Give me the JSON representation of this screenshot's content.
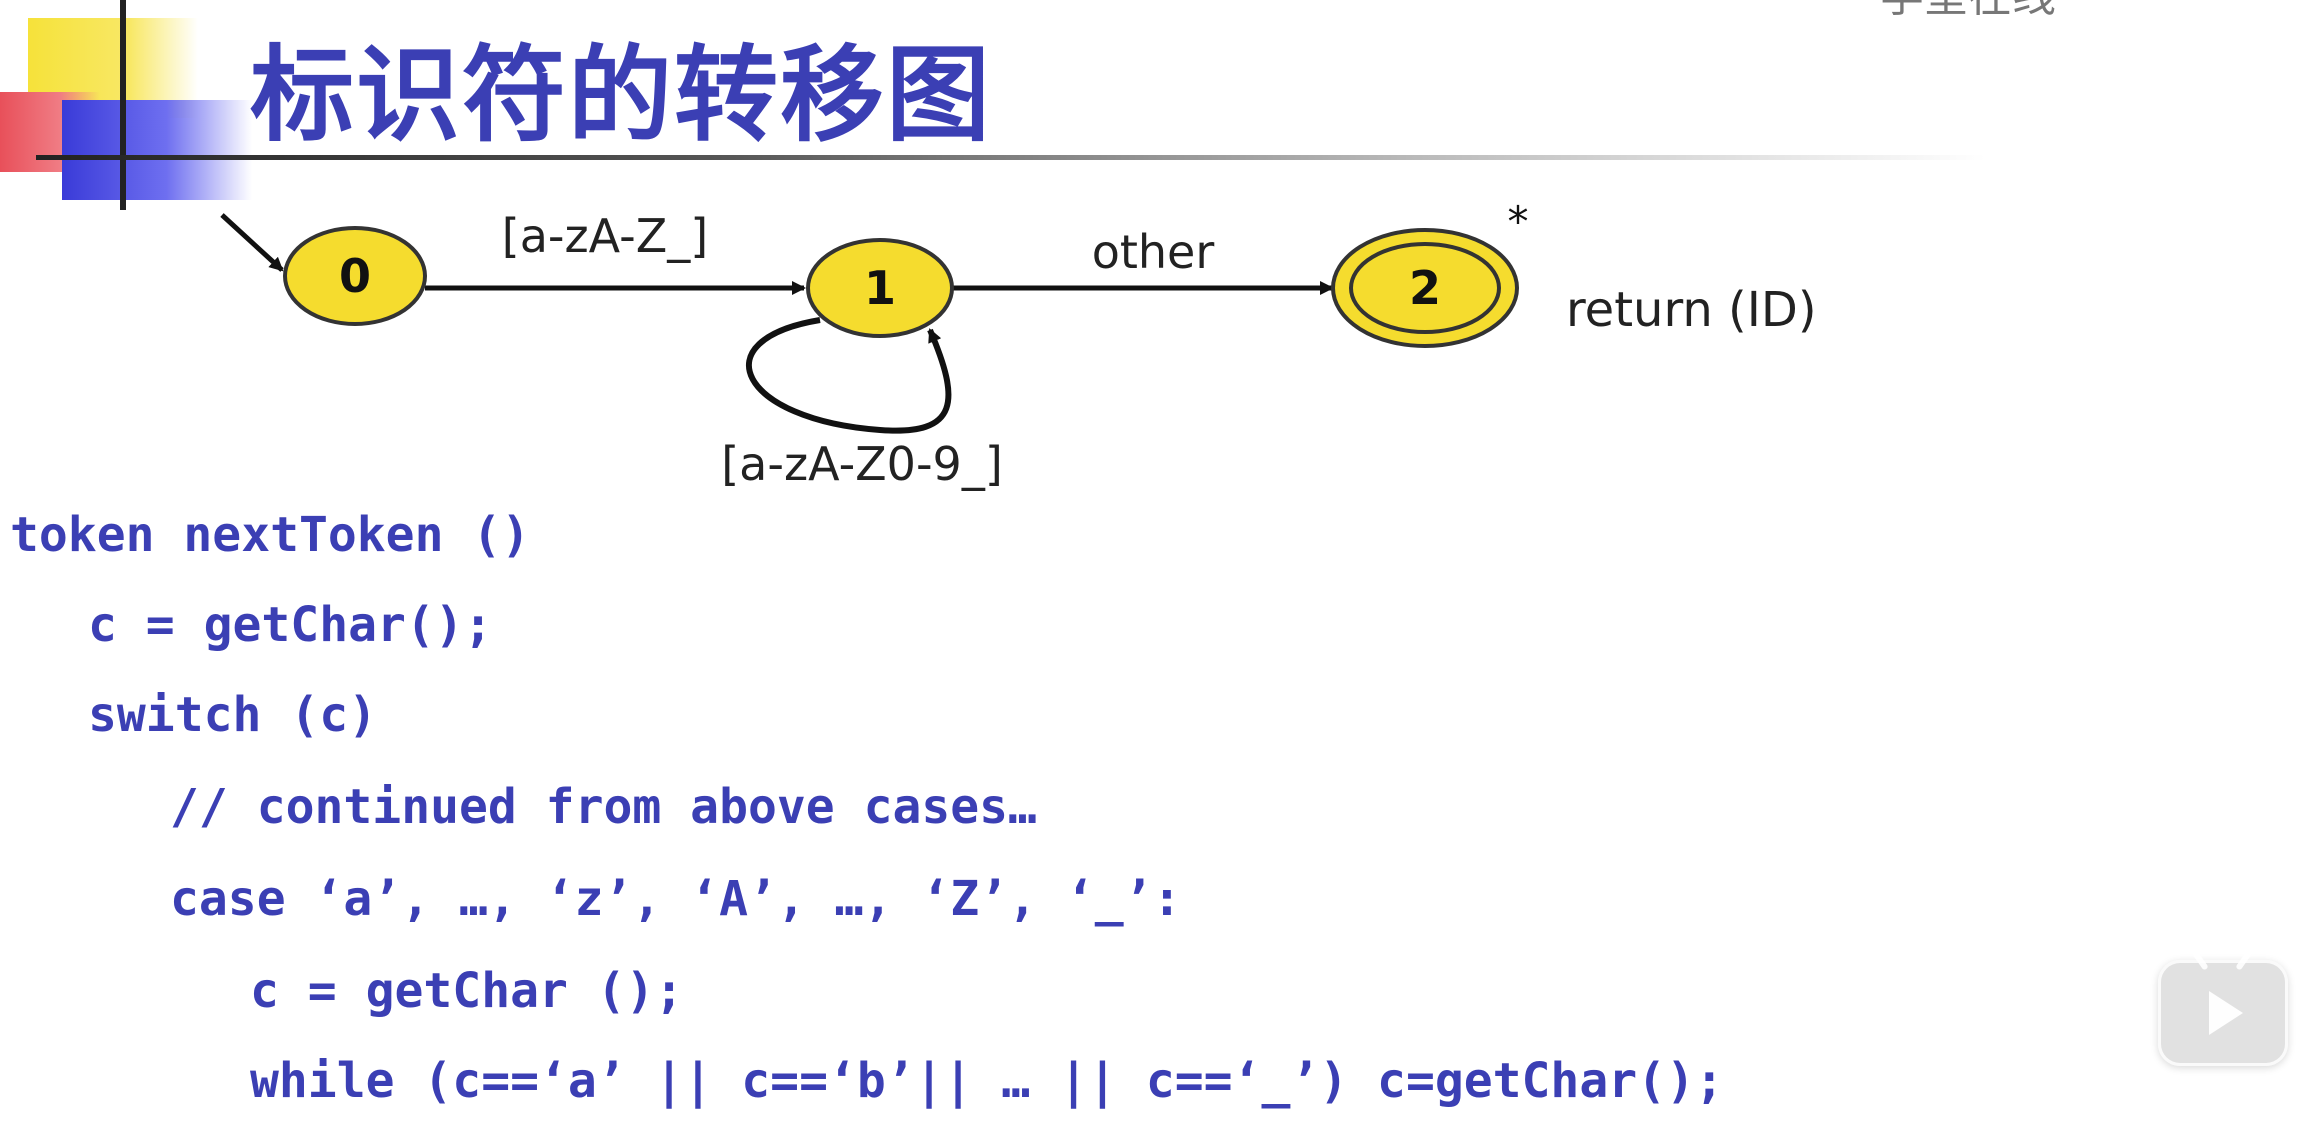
{
  "title": "标识符的转移图",
  "watermark": "学堂在线",
  "colors": {
    "accent": "#3b3fb4",
    "node_fill": "#f5dc2e",
    "node_stroke": "#333333"
  },
  "diagram": {
    "states": [
      {
        "id": "0",
        "label": "0",
        "start": true,
        "accepting": false
      },
      {
        "id": "1",
        "label": "1",
        "start": false,
        "accepting": false
      },
      {
        "id": "2",
        "label": "2",
        "start": false,
        "accepting": true,
        "star": "*",
        "action": "return (ID)"
      }
    ],
    "edges": [
      {
        "from": "0",
        "to": "1",
        "label": "[a-zA-Z_]"
      },
      {
        "from": "1",
        "to": "1",
        "label": "[a-zA-Z0-9_]"
      },
      {
        "from": "1",
        "to": "2",
        "label": "other"
      }
    ]
  },
  "code_lines": [
    "token nextToken ()",
    "c = getChar();",
    "switch (c)",
    "// continued from above cases…",
    "case ‘a’, …, ‘z’, ‘A’, …, ‘Z’, ‘_’:",
    "c = getChar ();",
    "while (c==‘a’ || c==‘b’|| … || c==‘_’) c=getChar();"
  ],
  "player": {
    "play_icon": "play-icon"
  }
}
